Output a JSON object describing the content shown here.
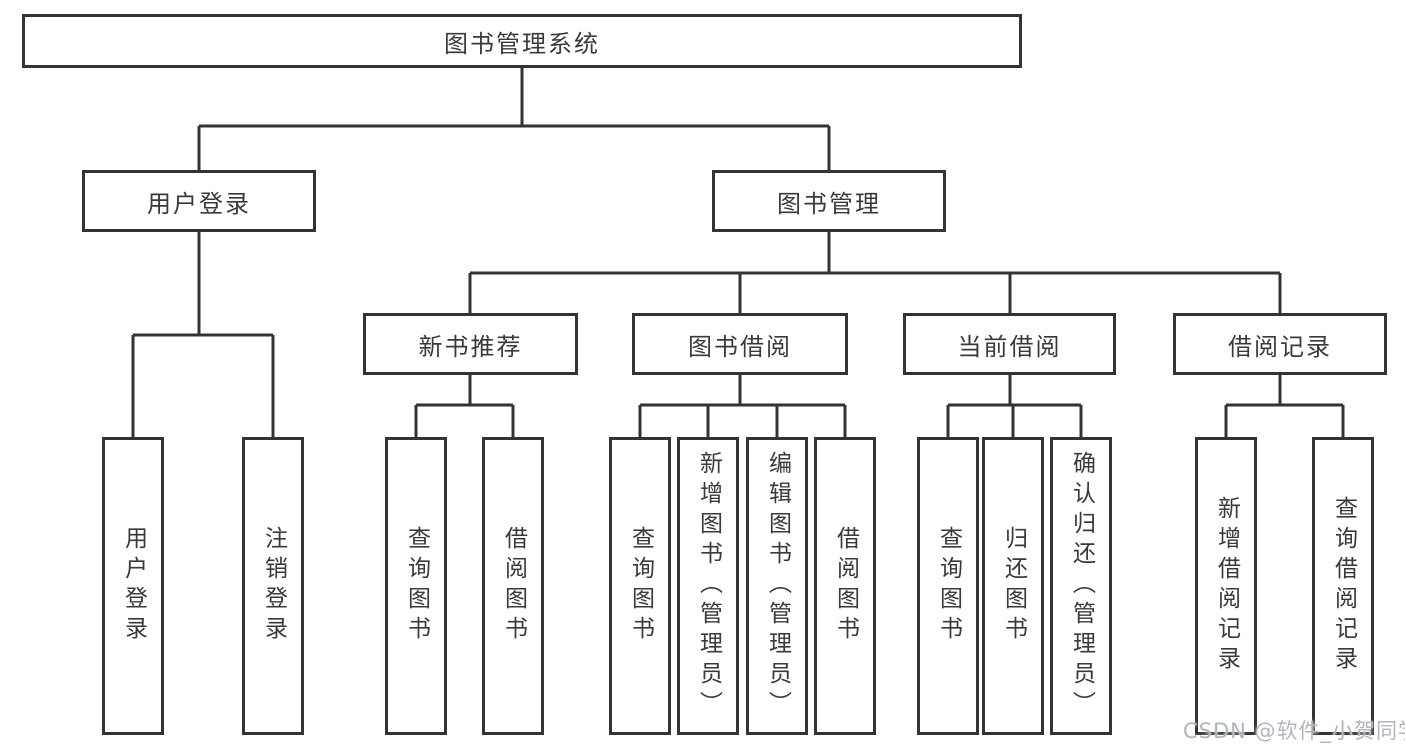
{
  "nodes": {
    "root": "图书管理系统",
    "level2": [
      "用户登录",
      "图书管理"
    ],
    "level3": [
      "新书推荐",
      "图书借阅",
      "当前借阅",
      "借阅记录"
    ],
    "leaves": [
      "用户登录",
      "注销登录",
      "查询图书",
      "借阅图书",
      "查询图书",
      "新增图书（管理员）",
      "编辑图书（管理员）",
      "借阅图书",
      "查询图书",
      "归还图书",
      "确认归还（管理员）",
      "新增借阅记录",
      "查询借阅记录"
    ]
  },
  "watermark": "CSDN @软件_小贺同学",
  "colors": {
    "line": "#333333",
    "text": "#3a3a3a",
    "background": "#ffffff",
    "watermark": "#b0b6bd"
  }
}
